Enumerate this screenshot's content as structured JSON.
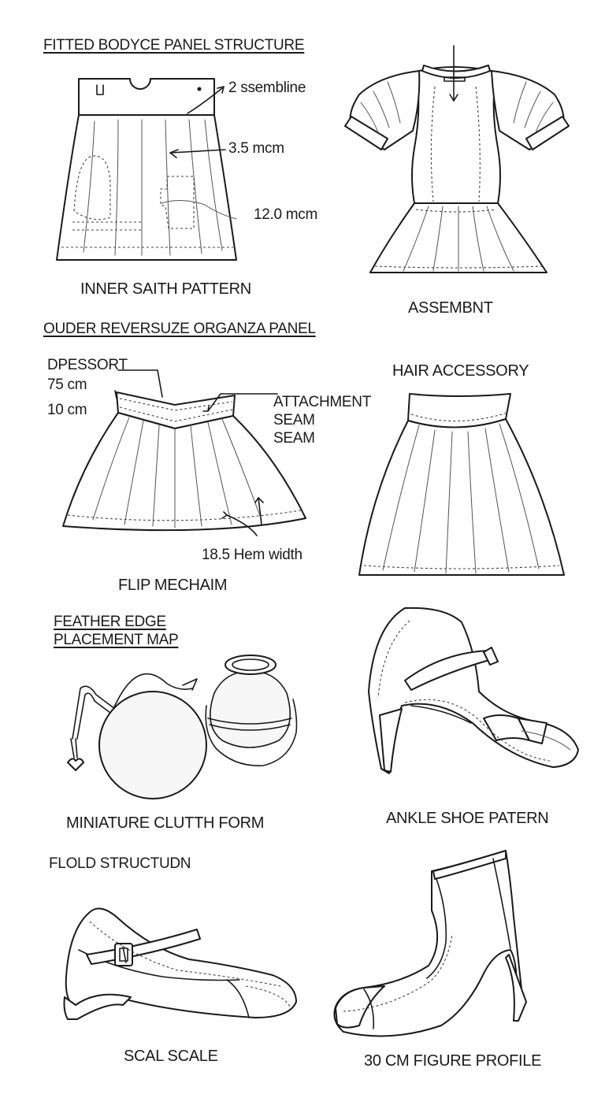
{
  "headings": {
    "fitted_bodyce": "FITTED BODYCE PANEL STRUCTURE",
    "outer_panel": "OUDER REVERSUZE ORGANZA PANEL",
    "feather_line1": "FEATHER EDGE",
    "feather_line2": "PLACEMENT MAP",
    "flold": "FLOLD STRUCTUDN"
  },
  "annotations": {
    "assembline": "2 ssembline",
    "measure_35": "3.5 mcm",
    "measure_120": "12.0 mcm",
    "dpessort": "DPESSORT",
    "cm75": "75 cm",
    "cm10": "10 cm",
    "attachment": "ATTACHMENT",
    "seam1": "SEAM",
    "seam2": "SEAM",
    "hem_width": "18.5 Hem width"
  },
  "captions": {
    "inner_saith": "INNER SAITH PATTERN",
    "assembnt": "ASSEMBNT",
    "hair_accessory": "HAIR ACCESSORY",
    "flip_mechaim": "FLIP MECHAIM",
    "miniature_clutch": "MINIATURE CLUTTH FORM",
    "ankle_shoe": "ANKLE SHOE PATERN",
    "scal_scale": "SCAL SCALE",
    "figure_profile": "30 CM FIGURE PROFILE"
  }
}
